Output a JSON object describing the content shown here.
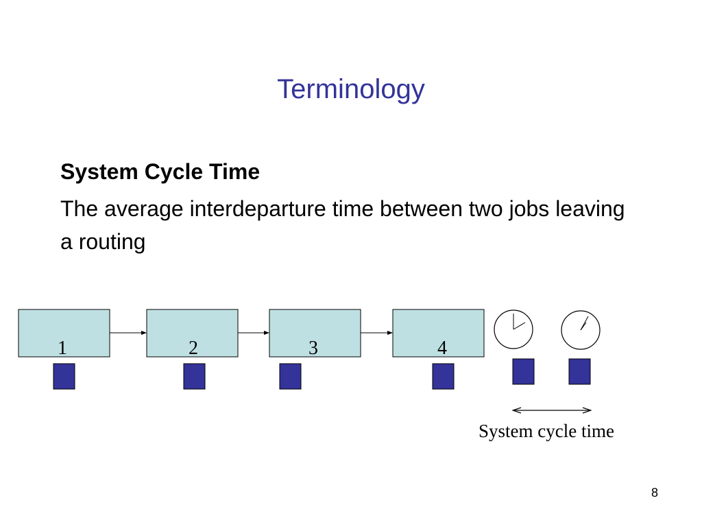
{
  "slide": {
    "title": "Terminology",
    "term": "System Cycle Time",
    "definition": "The average interdeparture time between two jobs leaving a routing",
    "page_number": "8"
  },
  "diagram": {
    "stations": [
      {
        "label": "1"
      },
      {
        "label": "2"
      },
      {
        "label": "3"
      },
      {
        "label": "4"
      }
    ],
    "caption": "System cycle time",
    "colors": {
      "station_fill": "#bfe0e3",
      "job_fill": "#333399",
      "title": "#333399"
    },
    "icons": [
      "clock-icon",
      "clock-icon",
      "double-arrow-icon"
    ]
  }
}
